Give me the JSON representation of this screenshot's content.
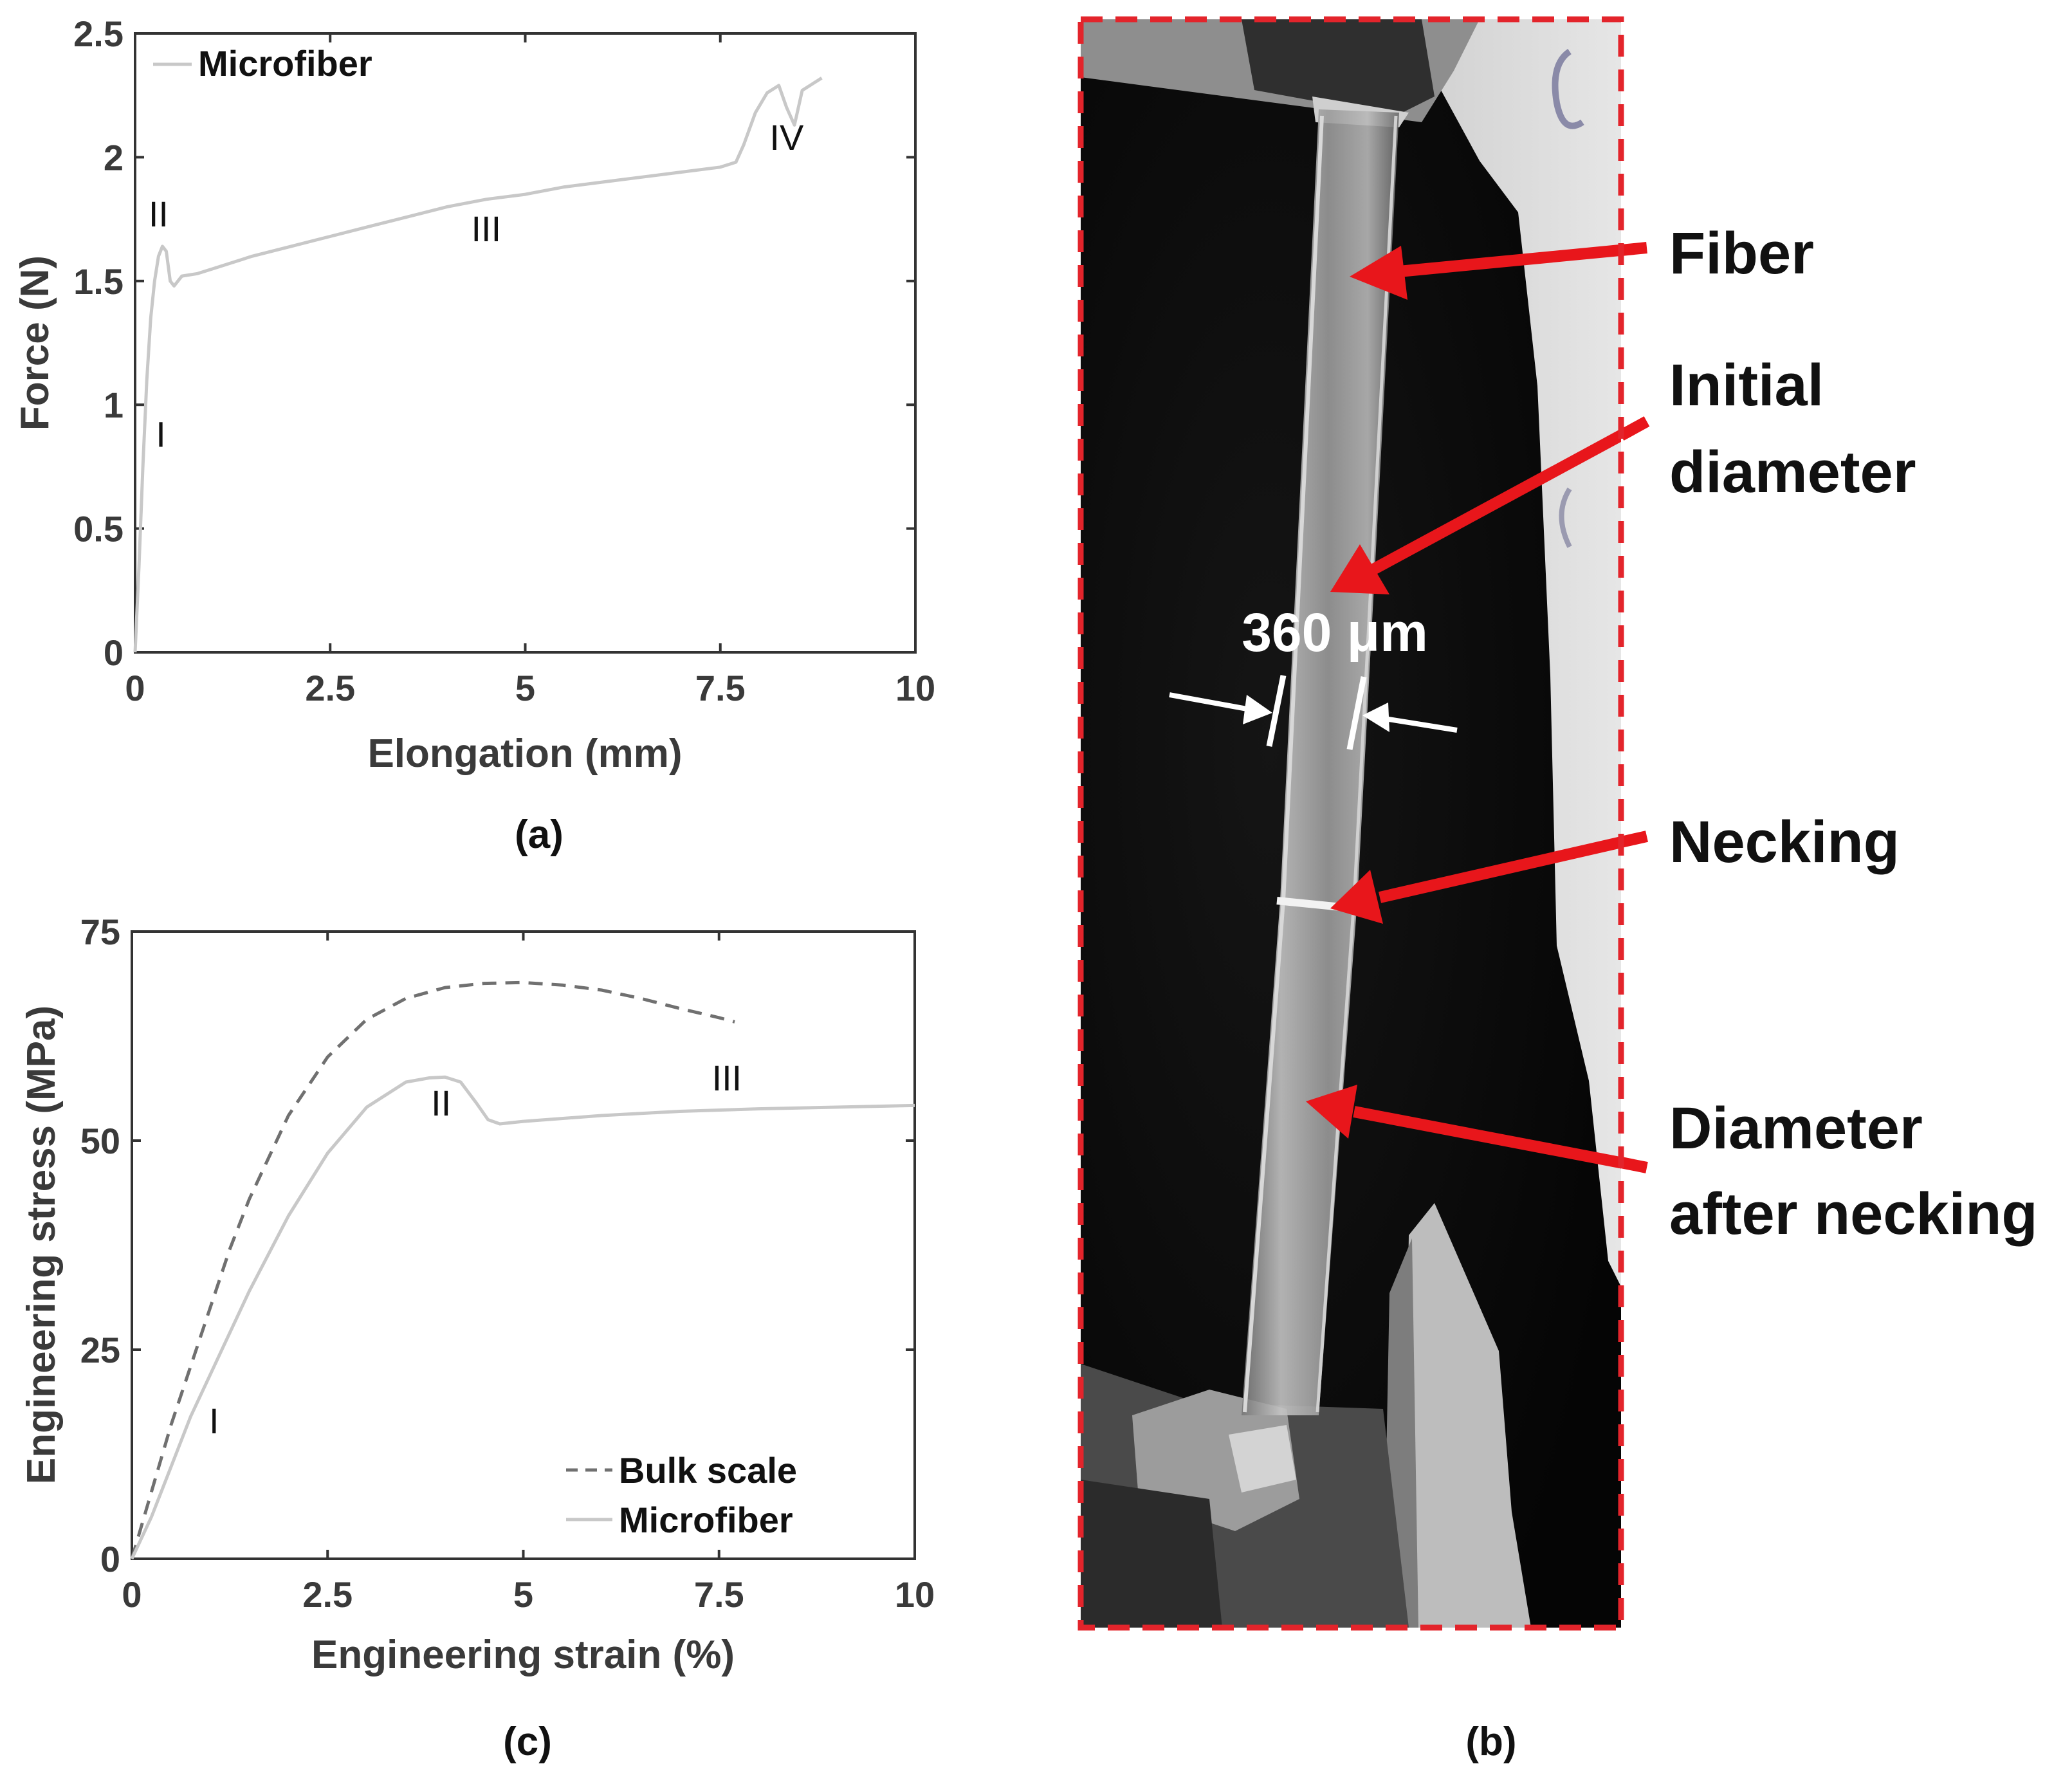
{
  "chart_data": [
    {
      "type": "line",
      "panel_label": "(a)",
      "xlabel": "Elongation (mm)",
      "ylabel": "Force (N)",
      "xlim": [
        0,
        10
      ],
      "ylim": [
        0,
        2.5
      ],
      "xticks": [
        0,
        2.5,
        5,
        7.5,
        10
      ],
      "yticks": [
        0,
        0.5,
        1,
        1.5,
        2,
        2.5
      ],
      "xtick_labels": [
        "0",
        "2.5",
        "5",
        "7.5",
        "10"
      ],
      "ytick_labels": [
        "0",
        "0.5",
        "1",
        "1.5",
        "2",
        "2.5"
      ],
      "grid": false,
      "legend_position": "top-left",
      "series": [
        {
          "name": "Microfiber",
          "color": "#c8c8c8",
          "style": "solid",
          "x": [
            0,
            0.05,
            0.1,
            0.15,
            0.2,
            0.25,
            0.3,
            0.35,
            0.4,
            0.45,
            0.5,
            0.6,
            0.8,
            1.0,
            1.5,
            2.0,
            2.5,
            3.0,
            3.5,
            4.0,
            4.5,
            5.0,
            5.5,
            6.0,
            6.5,
            7.0,
            7.5,
            7.7,
            7.8,
            7.95,
            8.1,
            8.25,
            8.35,
            8.45,
            8.55,
            8.65,
            8.8
          ],
          "y": [
            0,
            0.35,
            0.75,
            1.1,
            1.35,
            1.5,
            1.6,
            1.64,
            1.62,
            1.5,
            1.48,
            1.52,
            1.53,
            1.55,
            1.6,
            1.64,
            1.68,
            1.72,
            1.76,
            1.8,
            1.83,
            1.85,
            1.88,
            1.9,
            1.92,
            1.94,
            1.96,
            1.98,
            2.05,
            2.18,
            2.26,
            2.29,
            2.2,
            2.13,
            2.27,
            2.29,
            2.32
          ]
        }
      ],
      "annotations": [
        {
          "text": "I",
          "x": 0.33,
          "y": 0.83
        },
        {
          "text": "II",
          "x": 0.3,
          "y": 1.72
        },
        {
          "text": "III",
          "x": 4.5,
          "y": 1.66
        },
        {
          "text": "IV",
          "x": 8.35,
          "y": 2.03
        }
      ]
    },
    {
      "type": "line",
      "panel_label": "(c)",
      "xlabel": "Engineering strain (%)",
      "ylabel": "Engineering stress (MPa)",
      "xlim": [
        0,
        10
      ],
      "ylim": [
        0,
        75
      ],
      "xticks": [
        0,
        2.5,
        5,
        7.5,
        10
      ],
      "yticks": [
        0,
        25,
        50,
        75
      ],
      "xtick_labels": [
        "0",
        "2.5",
        "5",
        "7.5",
        "10"
      ],
      "ytick_labels": [
        "0",
        "25",
        "50",
        "75"
      ],
      "grid": false,
      "legend_position": "bottom-right",
      "series": [
        {
          "name": "Bulk scale",
          "color": "#707070",
          "style": "dashed",
          "x": [
            0,
            0.25,
            0.5,
            0.75,
            1.0,
            1.25,
            1.5,
            2.0,
            2.5,
            3.0,
            3.5,
            4.0,
            4.5,
            5.0,
            5.5,
            6.0,
            6.5,
            7.0,
            7.5,
            7.7
          ],
          "y": [
            0,
            8,
            16,
            23,
            30,
            37,
            43,
            53,
            60,
            64.5,
            67,
            68.3,
            68.8,
            68.9,
            68.6,
            68,
            67,
            65.8,
            64.7,
            64.2
          ]
        },
        {
          "name": "Microfiber",
          "color": "#c8c8c8",
          "style": "solid",
          "x": [
            0,
            0.25,
            0.5,
            0.75,
            1.0,
            1.5,
            2.0,
            2.5,
            3.0,
            3.5,
            3.8,
            4.0,
            4.2,
            4.4,
            4.55,
            4.7,
            5.0,
            6.0,
            7.0,
            8.0,
            9.0,
            10.0
          ],
          "y": [
            0,
            5,
            11,
            17,
            22,
            32,
            41,
            48.5,
            54,
            57,
            57.5,
            57.6,
            57,
            54.5,
            52.5,
            52,
            52.3,
            53,
            53.5,
            53.8,
            54,
            54.2
          ]
        }
      ],
      "annotations": [
        {
          "text": "I",
          "x": 1.05,
          "y": 15
        },
        {
          "text": "II",
          "x": 3.95,
          "y": 53
        },
        {
          "text": "III",
          "x": 7.6,
          "y": 56
        }
      ]
    }
  ],
  "photo": {
    "panel_label": "(b)",
    "scale_label": "360 μm",
    "frame_color": "#e3242b",
    "arrow_color": "#e8161b",
    "callouts": [
      {
        "lines": [
          "Fiber"
        ]
      },
      {
        "lines": [
          "Initial",
          "diameter"
        ]
      },
      {
        "lines": [
          "Necking"
        ]
      },
      {
        "lines": [
          "Diameter",
          "after necking"
        ]
      }
    ]
  }
}
